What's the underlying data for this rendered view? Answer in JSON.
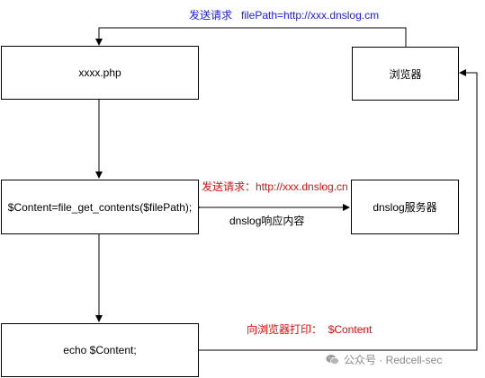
{
  "nodes": {
    "php_file": "xxxx.php",
    "browser": "浏览器",
    "content_call": "$Content=file_get_contents($filePath);",
    "dnslog_server": "dnslog服务器",
    "echo_content": "echo $Content;"
  },
  "edges": {
    "send_request_top": "发送请求   filePath=http://xxx.dnslog.cm",
    "send_request_dns": "发送请求：http://xxx.dnslog.cn",
    "dnslog_response": "dnslog响应内容",
    "print_to_browser": "向浏览器打印：  $Content"
  },
  "watermark": {
    "text": "公众号 · Redcell-sec",
    "icon": "wechat-icon"
  }
}
